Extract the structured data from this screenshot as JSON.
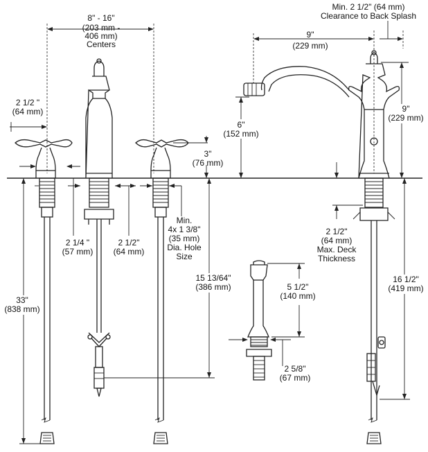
{
  "dimensions": {
    "centers": {
      "line1": "8\" - 16\"",
      "line2": "(203 mm -",
      "line3": "406 mm)",
      "line4": "Centers"
    },
    "handle_width": {
      "line1": "2 1/2 \"",
      "line2": "(64 mm)"
    },
    "handle_height": {
      "line1": "3\"",
      "line2": "(76 mm)"
    },
    "handle_shank": {
      "line1": "2 1/4 \"",
      "line2": "(57 mm)"
    },
    "spout_base": {
      "line1": "2 1/2\"",
      "line2": "(64 mm)"
    },
    "hole_size": {
      "line1": "Min.",
      "line2": "4x 1 3/8\"",
      "line3": "(35 mm)",
      "line4": "Dia. Hole",
      "line5": "Size"
    },
    "supply_length": {
      "line1": "33\"",
      "line2": "(838 mm)"
    },
    "spout_below_deck": {
      "line1": "15 13/64\"",
      "line2": "(386 mm)"
    },
    "clearance": {
      "line1": "Min. 2 1/2\" (64 mm)",
      "line2": "Clearance to Back Splash"
    },
    "spout_reach": {
      "line1": "9\"",
      "line2": "(229 mm)"
    },
    "spout_clearance": {
      "line1": "6\"",
      "line2": "(152 mm)"
    },
    "overall_height": {
      "line1": "9\"",
      "line2": "(229 mm)"
    },
    "deck_thickness": {
      "line1": "2 1/2\"",
      "line2": "(64 mm)",
      "line3": "Max. Deck",
      "line4": "Thickness"
    },
    "side_below_deck": {
      "line1": "16 1/2\"",
      "line2": "(419 mm)"
    },
    "spray_height": {
      "line1": "5 1/2\"",
      "line2": "(140 mm)"
    },
    "spray_base": {
      "line1": "2 5/8\"",
      "line2": "(67 mm)"
    }
  }
}
